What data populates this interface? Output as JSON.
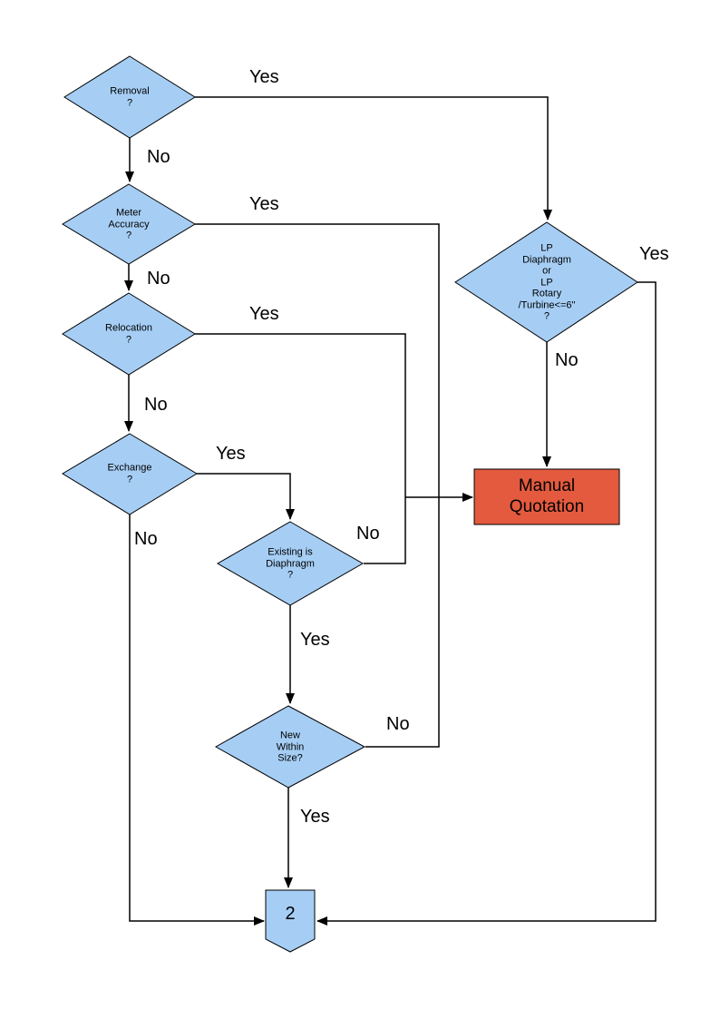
{
  "canvas": {
    "background": "#ffffff"
  },
  "colors": {
    "decision_fill": "#a6cef5",
    "terminal_fill": "#e45a3e",
    "border": "#000000",
    "line": "#000000",
    "text": "#000000"
  },
  "nodes": {
    "removal": {
      "label": "Removal\n?"
    },
    "meter_accuracy": {
      "label": "Meter\nAccuracy\n?"
    },
    "relocation": {
      "label": "Relocation\n?"
    },
    "exchange": {
      "label": "Exchange\n?"
    },
    "existing_diaphragm": {
      "label": "Existing is\nDiaphragm\n?"
    },
    "lp_meter": {
      "label": "LP\nDiaphragm\nor\nLP\nRotary\n/Turbine<=6\"\n?"
    },
    "new_within_size": {
      "label": "New\nWithin\nSize?"
    },
    "manual_quotation": {
      "label": "Manual\nQuotation"
    },
    "offpage_connector": {
      "label": "2"
    }
  },
  "edge_labels": {
    "removal_yes": "Yes",
    "removal_no": "No",
    "meter_accuracy_yes": "Yes",
    "meter_accuracy_no": "No",
    "relocation_yes": "Yes",
    "relocation_no": "No",
    "exchange_yes": "Yes",
    "exchange_no": "No",
    "existing_no": "No",
    "existing_yes": "Yes",
    "new_no": "No",
    "new_yes": "Yes",
    "lp_yes": "Yes",
    "lp_no": "No"
  }
}
